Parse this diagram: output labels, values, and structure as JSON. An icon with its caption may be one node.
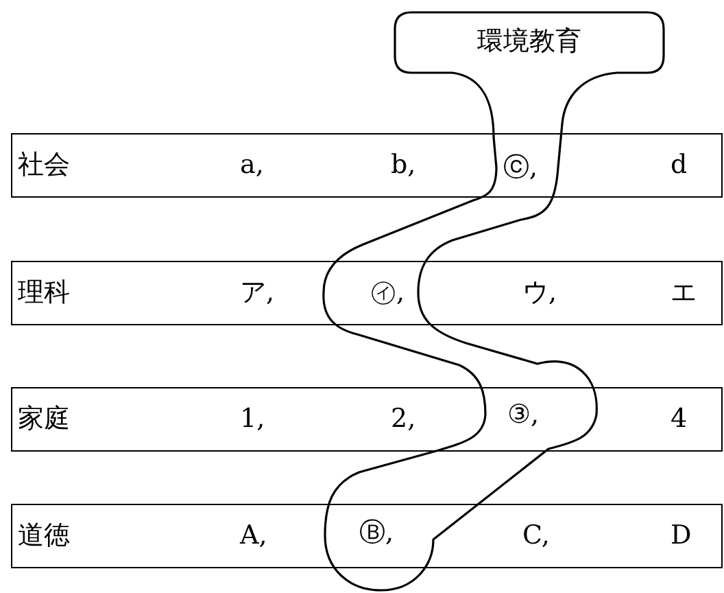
{
  "diagram": {
    "nodes": [
      {
        "text": [
          "環境教育"
        ]
      },
      {
        "text": [],
        "shape": "loop"
      },
      {
        "text": [
          "社会",
          "a,",
          "b,",
          "d"
        ]
      },
      {
        "text": [
          "理科",
          "ア,",
          "ウ,",
          "エ"
        ]
      },
      {
        "text": [
          "家庭",
          "1,",
          "2,",
          "4"
        ]
      },
      {
        "text": [
          "道徳",
          "A,",
          "C,",
          "D"
        ]
      },
      {
        "text": [
          "ⓒ,"
        ]
      },
      {
        "text": [
          "㋑,"
        ]
      },
      {
        "text": [
          "③,"
        ]
      },
      {
        "text": [
          "Ⓑ,"
        ]
      }
    ]
  }
}
